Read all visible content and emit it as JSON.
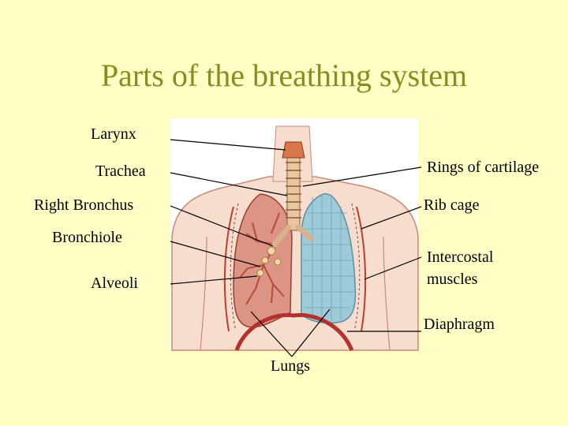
{
  "title": "Parts of the breathing system",
  "labels": {
    "larynx": "Larynx",
    "trachea": "Trachea",
    "right_bronchus": "Right Bronchus",
    "bronchiole": "Bronchiole",
    "alveoli": "Alveoli",
    "rings_of_cartilage": "Rings of cartilage",
    "rib_cage": "Rib cage",
    "intercostal_line1": "Intercostal",
    "intercostal_line2": "muscles",
    "diaphragm": "Diaphragm",
    "lungs": "Lungs"
  },
  "colors": {
    "background": "#ffffc5",
    "title": "#8b8b1f",
    "skin": "#f6dccb",
    "right_lung": "#d98b7a",
    "left_lung": "#9cc9d8",
    "diaphragm": "#b4322e"
  }
}
